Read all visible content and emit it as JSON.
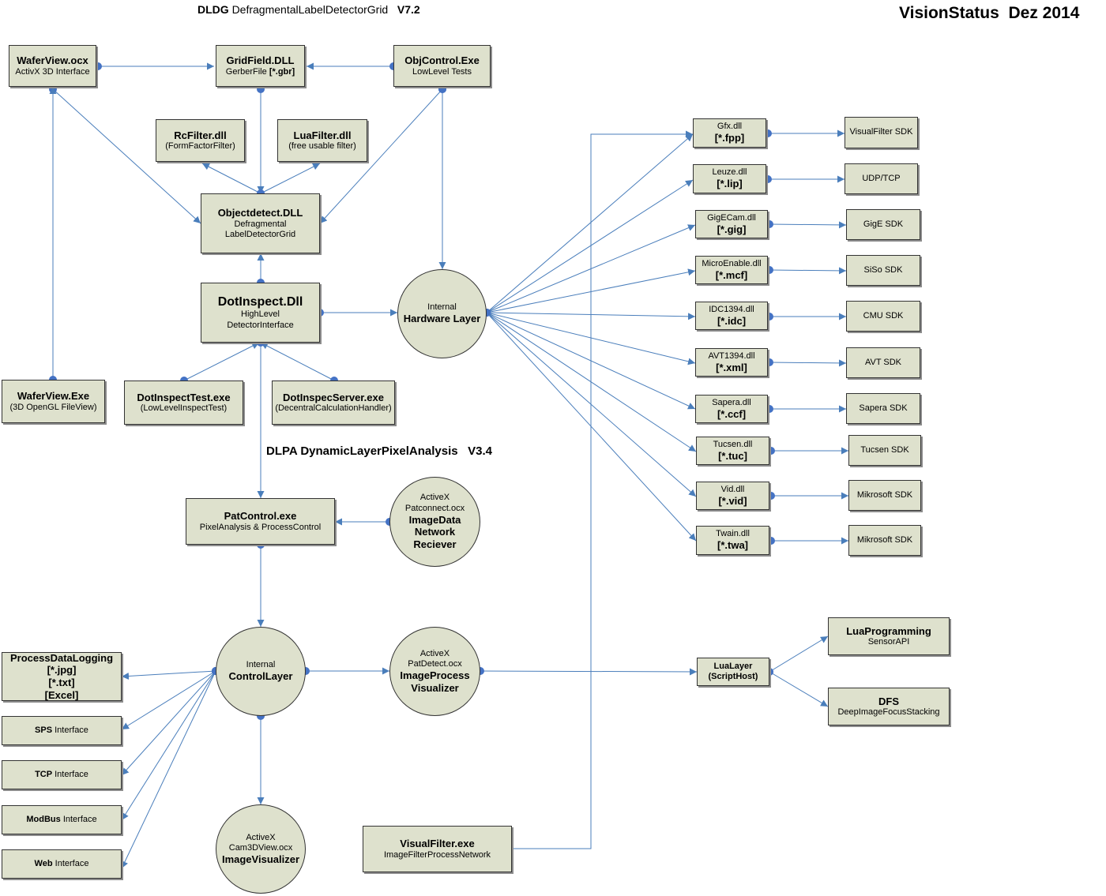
{
  "header": {
    "title_bold": "DLDG",
    "title_rest": "DefragmentalLabelDetectorGrid",
    "title_version": "V7.2",
    "status": "VisionStatus  Dez 2014",
    "section_bold": "DLPA DynamicLayerPixelAnalysis",
    "section_version": "V3.4"
  },
  "nodes": {
    "waferview_ocx": {
      "lines": [
        "WaferView.ocx",
        "ActivX 3D Interface"
      ]
    },
    "gridfield_dll": {
      "lines": [
        "GridField.DLL",
        "GerberFile",
        "[*.gbr]"
      ]
    },
    "objcontrol_exe": {
      "lines": [
        "ObjControl.Exe",
        "LowLevel Tests"
      ]
    },
    "rcfilter_dll": {
      "lines": [
        "RcFilter.dll",
        "(FormFactorFilter)"
      ]
    },
    "luafilter_dll": {
      "lines": [
        "LuaFilter.dll",
        "(free usable filter)"
      ]
    },
    "objectdetect_dll": {
      "lines": [
        "Objectdetect.DLL",
        "Defragmental",
        "LabelDetectorGrid"
      ]
    },
    "dotinspect_dll": {
      "lines": [
        "DotInspect.Dll",
        "HighLevel",
        "DetectorInterface"
      ]
    },
    "waferview_exe": {
      "lines": [
        "WaferView.Exe",
        "(3D OpenGL FileView)"
      ]
    },
    "dotinspecttest_exe": {
      "lines": [
        "DotInspectTest.exe",
        "(LowLevelInspectTest)"
      ]
    },
    "dotinspecserver_exe": {
      "lines": [
        "DotInspecServer.exe",
        "(DecentralCalculationHandler)"
      ]
    },
    "hardware_layer": {
      "lines": [
        "Internal",
        "Hardware Layer"
      ]
    },
    "patcontrol_exe": {
      "lines": [
        "PatControl.exe",
        "PixelAnalysis & ProcessControl"
      ]
    },
    "patconnect_ocx": {
      "lines": [
        "ActiveX",
        "Patconnect.ocx",
        "ImageData",
        "Network",
        "Reciever"
      ]
    },
    "control_layer": {
      "lines": [
        "Internal",
        "ControlLayer"
      ]
    },
    "patdetect_ocx": {
      "lines": [
        "ActiveX",
        "PatDetect.ocx",
        "ImageProcess",
        "Visualizer"
      ]
    },
    "cam3dview_ocx": {
      "lines": [
        "ActiveX",
        "Cam3DView.ocx",
        "ImageVisualizer"
      ]
    },
    "process_data_logging": {
      "lines": [
        "ProcessDataLogging",
        "[*.jpg]",
        "[*.txt]",
        "[Excel]"
      ]
    },
    "sps_interface": {
      "lines": [
        "SPS",
        "Interface"
      ]
    },
    "tcp_interface": {
      "lines": [
        "TCP",
        "Interface"
      ]
    },
    "modbus_interface": {
      "lines": [
        "ModBus",
        "Interface"
      ]
    },
    "web_interface": {
      "lines": [
        "Web",
        "Interface"
      ]
    },
    "visualfilter_exe": {
      "lines": [
        "VisualFilter.exe",
        "ImageFilterProcessNetwork"
      ]
    },
    "lualayer": {
      "lines": [
        "LuaLayer",
        "(ScriptHost)"
      ]
    },
    "luaprogramming": {
      "lines": [
        "LuaProgramming",
        "SensorAPI"
      ]
    },
    "dfs": {
      "lines": [
        "DFS",
        "DeepImageFocusStacking"
      ]
    },
    "gfx_dll": {
      "lines": [
        "Gfx.dll",
        "[*.fpp]"
      ]
    },
    "leuze_dll": {
      "lines": [
        "Leuze.dll",
        "[*.lip]"
      ]
    },
    "gigecam_dll": {
      "lines": [
        "GigECam.dll",
        "[*.gig]"
      ]
    },
    "microenable_dll": {
      "lines": [
        "MicroEnable.dll",
        "[*.mcf]"
      ]
    },
    "idc1394_dll": {
      "lines": [
        "IDC1394.dll",
        "[*.idc]"
      ]
    },
    "avt1394_dll": {
      "lines": [
        "AVT1394.dll",
        "[*.xml]"
      ]
    },
    "sapera_dll": {
      "lines": [
        "Sapera.dll",
        "[*.ccf]"
      ]
    },
    "tucsen_dll": {
      "lines": [
        "Tucsen.dll",
        "[*.tuc]"
      ]
    },
    "vid_dll": {
      "lines": [
        "Vid.dll",
        "[*.vid]"
      ]
    },
    "twain_dll": {
      "lines": [
        "Twain.dll",
        "[*.twa]"
      ]
    },
    "visualfilter_sdk": {
      "lines": [
        "VisualFilter SDK"
      ]
    },
    "udp_tcp": {
      "lines": [
        "UDP/TCP"
      ]
    },
    "gige_sdk": {
      "lines": [
        "GigE SDK"
      ]
    },
    "siso_sdk": {
      "lines": [
        "SiSo SDK"
      ]
    },
    "cmu_sdk": {
      "lines": [
        "CMU SDK"
      ]
    },
    "avt_sdk": {
      "lines": [
        "AVT SDK"
      ]
    },
    "sapera_sdk": {
      "lines": [
        "Sapera SDK"
      ]
    },
    "tucsen_sdk": {
      "lines": [
        "Tucsen SDK"
      ]
    },
    "mikrosoft_sdk_1": {
      "lines": [
        "Mikrosoft SDK"
      ]
    },
    "mikrosoft_sdk_2": {
      "lines": [
        "Mikrosoft SDK"
      ]
    }
  },
  "edges": [
    [
      "waferview_ocx",
      "gridfield_dll"
    ],
    [
      "objcontrol_exe",
      "gridfield_dll"
    ],
    [
      "gridfield_dll",
      "objectdetect_dll"
    ],
    [
      "waferview_ocx",
      "objectdetect_dll"
    ],
    [
      "objcontrol_exe",
      "objectdetect_dll"
    ],
    [
      "objectdetect_dll",
      "rcfilter_dll"
    ],
    [
      "objectdetect_dll",
      "luafilter_dll"
    ],
    [
      "objcontrol_exe",
      "hardware_layer"
    ],
    [
      "dotinspect_dll",
      "objectdetect_dll"
    ],
    [
      "dotinspect_dll",
      "hardware_layer"
    ],
    [
      "waferview_exe",
      "waferview_ocx"
    ],
    [
      "dotinspecttest_exe",
      "dotinspect_dll"
    ],
    [
      "dotinspecserver_exe",
      "dotinspect_dll"
    ],
    [
      "dotinspect_dll",
      "patcontrol_exe"
    ],
    [
      "patconnect_ocx",
      "patcontrol_exe"
    ],
    [
      "patcontrol_exe",
      "control_layer"
    ],
    [
      "control_layer",
      "patdetect_ocx"
    ],
    [
      "control_layer",
      "cam3dview_ocx"
    ],
    [
      "control_layer",
      "process_data_logging"
    ],
    [
      "control_layer",
      "sps_interface"
    ],
    [
      "control_layer",
      "tcp_interface"
    ],
    [
      "control_layer",
      "modbus_interface"
    ],
    [
      "control_layer",
      "web_interface"
    ],
    [
      "patdetect_ocx",
      "lualayer"
    ],
    [
      "lualayer",
      "luaprogramming"
    ],
    [
      "lualayer",
      "dfs"
    ],
    [
      "visualfilter_exe",
      "gfx_dll"
    ],
    [
      "hardware_layer",
      "gfx_dll"
    ],
    [
      "hardware_layer",
      "leuze_dll"
    ],
    [
      "hardware_layer",
      "gigecam_dll"
    ],
    [
      "hardware_layer",
      "microenable_dll"
    ],
    [
      "hardware_layer",
      "idc1394_dll"
    ],
    [
      "hardware_layer",
      "avt1394_dll"
    ],
    [
      "hardware_layer",
      "sapera_dll"
    ],
    [
      "hardware_layer",
      "tucsen_dll"
    ],
    [
      "hardware_layer",
      "vid_dll"
    ],
    [
      "hardware_layer",
      "twain_dll"
    ],
    [
      "gfx_dll",
      "visualfilter_sdk"
    ],
    [
      "leuze_dll",
      "udp_tcp"
    ],
    [
      "gigecam_dll",
      "gige_sdk"
    ],
    [
      "microenable_dll",
      "siso_sdk"
    ],
    [
      "idc1394_dll",
      "cmu_sdk"
    ],
    [
      "avt1394_dll",
      "avt_sdk"
    ],
    [
      "sapera_dll",
      "sapera_sdk"
    ],
    [
      "tucsen_dll",
      "tucsen_sdk"
    ],
    [
      "vid_dll",
      "mikrosoft_sdk_1"
    ],
    [
      "twain_dll",
      "mikrosoft_sdk_2"
    ]
  ],
  "colors": {
    "node_fill": "#dee1cd",
    "node_border": "#333333",
    "connector": "#4a7ebb",
    "connector_dot": "#4472c4"
  }
}
